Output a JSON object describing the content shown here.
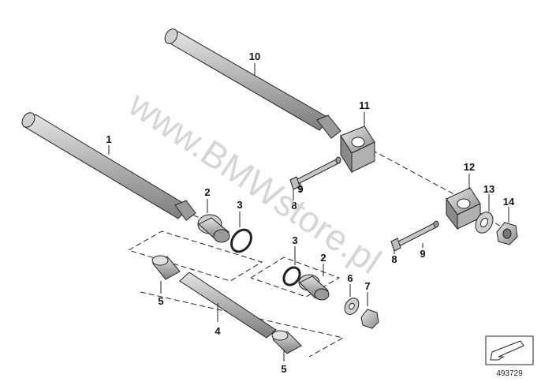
{
  "diagram": {
    "callouts": {
      "c1": "1",
      "c2a": "2",
      "c2b": "2",
      "c3a": "3",
      "c3b": "3",
      "c4": "4",
      "c5a": "5",
      "c5b": "5",
      "c6": "6",
      "c7": "7",
      "c8a": "8",
      "c8b": "8",
      "c9a": "9",
      "c9b": "9",
      "c10": "10",
      "c11": "11",
      "c12": "12",
      "c13": "13",
      "c14": "14"
    },
    "watermark": "www.BMWstore.pl",
    "reference_number": "493729",
    "colors": {
      "part_fill": "#b9b9b9",
      "part_dark": "#8a8a8a",
      "part_light": "#e2e2e2",
      "outline": "#222222"
    }
  }
}
